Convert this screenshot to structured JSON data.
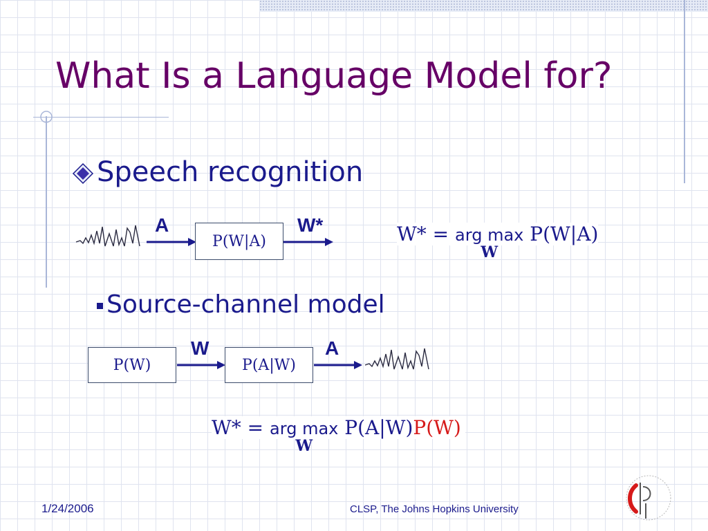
{
  "slide": {
    "title": "What Is a Language Model for?",
    "bullet_1": "Speech recognition",
    "bullet_2": "Source-channel model"
  },
  "diagram_1": {
    "input_label": "A",
    "box": "P(W|A)",
    "output_label": "W*",
    "equation": {
      "lhs": "W* =",
      "operator": "arg max",
      "subscript": "W",
      "rhs": "P(W|A)"
    }
  },
  "diagram_2": {
    "box_1": "P(W)",
    "label_1": "W",
    "box_2": "P(A|W)",
    "label_2": "A",
    "equation": {
      "lhs": "W* =",
      "operator": "arg max",
      "subscript": "W",
      "term_1": "P(A|W)",
      "term_2": "P(W)"
    }
  },
  "footer": {
    "date": "1/24/2006",
    "organization": "CLSP, The Johns Hopkins University"
  },
  "colors": {
    "title": "#660066",
    "text": "#1a1a8c",
    "highlight": "#d61a1a"
  }
}
